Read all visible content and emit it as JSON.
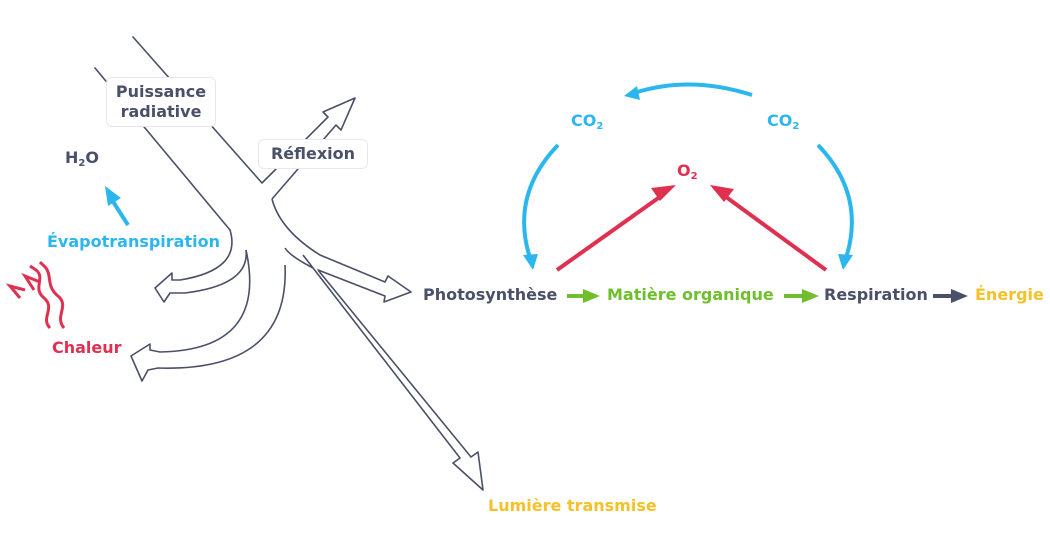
{
  "colors": {
    "dark": "#4a5068",
    "blue": "#2bb7ee",
    "red": "#e0304f",
    "green": "#6fbf2c",
    "yellow": "#f5c12a"
  },
  "labels": {
    "puissance_line1": "Puissance",
    "puissance_line2": "radiative",
    "reflexion": "Réflexion",
    "h2o": {
      "main_a": "H",
      "sub": "2",
      "main_b": "O"
    },
    "evapotranspiration": "Évapotranspiration",
    "chaleur": "Chaleur",
    "photosynthese": "Photosynthèse",
    "matiere_organique": "Matière organique",
    "respiration": "Respiration",
    "energie": "Énergie",
    "lumiere_transmise": "Lumière transmise",
    "co2_left": {
      "main": "CO",
      "sub": "2"
    },
    "co2_right": {
      "main": "CO",
      "sub": "2"
    },
    "o2": {
      "main": "O",
      "sub": "2"
    }
  }
}
